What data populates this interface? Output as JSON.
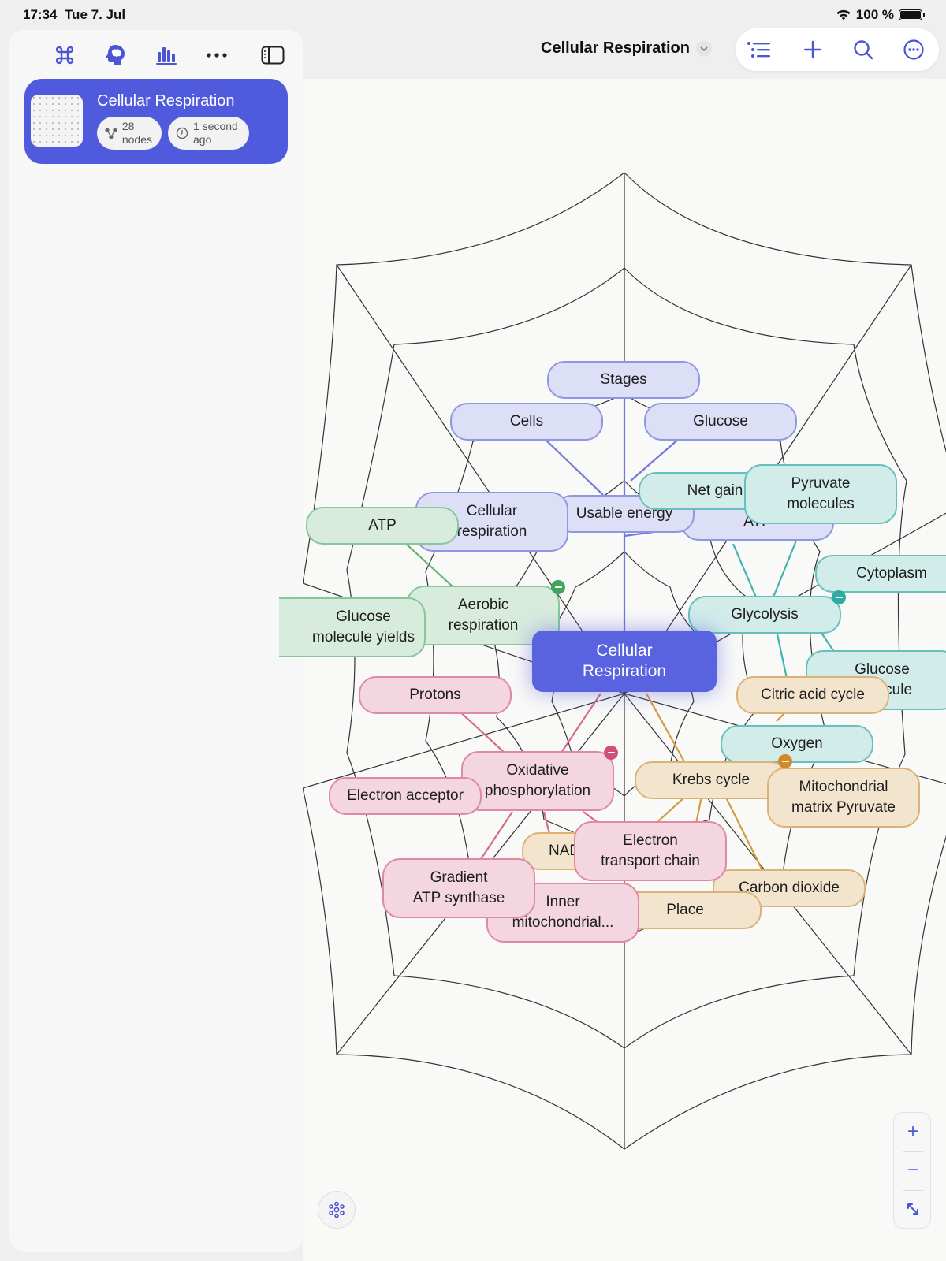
{
  "status": {
    "time": "17:34",
    "date": "Tue 7. Jul",
    "battery": "100 %"
  },
  "sidebar": {
    "toolbar": [
      "command-icon",
      "brain-head-icon",
      "bar-chart-icon",
      "ellipsis-icon",
      "sidebar-toggle-icon"
    ],
    "document": {
      "title": "Cellular Respiration",
      "nodes": "28\nnodes",
      "updated": "1 second\nago"
    }
  },
  "header": {
    "title": "Cellular Respiration",
    "tools": [
      "outline-list-icon",
      "add-icon",
      "search-icon",
      "more-circle-icon"
    ]
  },
  "colors": {
    "accent": "#4f5bdc",
    "center": "#5a63df",
    "blue": "#8f97e2",
    "green": "#5cb372",
    "teal": "#3fb3ad",
    "tan": "#d49a3f",
    "pink": "#d46b8c"
  },
  "map": {
    "center": "Cellular\nRespiration",
    "nodes": {
      "stages": "Stages",
      "cells": "Cells",
      "glucose": "Glucose",
      "cellular_respiration": "Cellular\nrespiration",
      "usable_energy": "Usable energy",
      "net_gain": "Net gain",
      "atp_blue": "ATP",
      "pyruvate": "Pyruvate\nmolecules",
      "atp": "ATP",
      "aerobic": "Aerobic\nrespiration",
      "glucose_yields": "Glucose\nmolecule yields",
      "cytoplasm": "Cytoplasm",
      "glycolysis": "Glycolysis",
      "glucose_molecule": "Glucose\nmolecule",
      "protons": "Protons",
      "citric": "Citric acid cycle",
      "oxygen": "Oxygen",
      "oxidative": "Oxidative\nphosphorylation",
      "krebs": "Krebs cycle",
      "mito_matrix": "Mitochondrial\nmatrix Pyruvate",
      "electron_acceptor": "Electron acceptor",
      "nadh": "NADH",
      "etc": "Electron\ntransport chain",
      "gradient": "Gradient\nATP synthase",
      "inner": "Inner\nmitochondrial...",
      "place": "Place",
      "co2": "Carbon dioxide"
    }
  },
  "zoom": {
    "in": "+",
    "out": "−"
  }
}
